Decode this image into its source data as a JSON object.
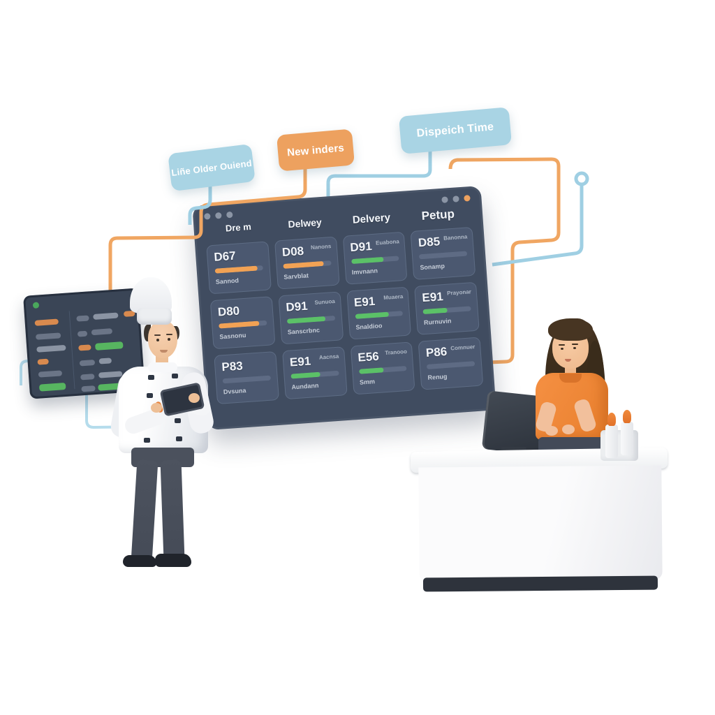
{
  "callouts": [
    {
      "label": "Liñe Older Ouiend",
      "color": "#a9d4e4"
    },
    {
      "label": "New inders",
      "color": "#eda15f"
    },
    {
      "label": "Dispeich Time",
      "color": "#a9d4e4"
    }
  ],
  "board": {
    "columns": [
      "Dre m",
      "Delwey",
      "Delvery",
      "Petup"
    ],
    "cards": [
      {
        "code": "D67",
        "tag": "",
        "status": "Sannod",
        "bar": {
          "color": "orange",
          "pct": 88
        }
      },
      {
        "code": "D08",
        "tag": "Nanons",
        "status": "Sarvblat",
        "bar": {
          "color": "orange",
          "pct": 85
        }
      },
      {
        "code": "D91",
        "tag": "Euabona",
        "status": "Imvnann",
        "bar": {
          "color": "green",
          "pct": 68
        }
      },
      {
        "code": "D85",
        "tag": "Banonna",
        "status": "Sonamp",
        "bar": {
          "color": "none",
          "pct": 0
        }
      },
      {
        "code": "D80",
        "tag": "",
        "status": "Sasnonu",
        "bar": {
          "color": "orange",
          "pct": 85
        }
      },
      {
        "code": "D91",
        "tag": "Sunuoa",
        "status": "Sanscrbnc",
        "bar": {
          "color": "green",
          "pct": 80
        }
      },
      {
        "code": "E91",
        "tag": "Muaera",
        "status": "Snaldioo",
        "bar": {
          "color": "green",
          "pct": 70
        }
      },
      {
        "code": "E91",
        "tag": "Prayonar",
        "status": "Rurnuvin",
        "bar": {
          "color": "green",
          "pct": 50
        }
      },
      {
        "code": "P83",
        "tag": "",
        "status": "Dvsuna",
        "bar": {
          "color": "none",
          "pct": 0
        }
      },
      {
        "code": "E91",
        "tag": "Aacnsa",
        "status": "Aundann",
        "bar": {
          "color": "green",
          "pct": 62
        }
      },
      {
        "code": "E56",
        "tag": "Tranooo",
        "status": "Smm",
        "bar": {
          "color": "green",
          "pct": 52
        }
      },
      {
        "code": "P86",
        "tag": "Comnuer",
        "status": "Renug",
        "bar": {
          "color": "none",
          "pct": 0
        }
      }
    ]
  },
  "colors": {
    "board_bg": "#404c60",
    "card_bg": "#4b5870",
    "accent_orange": "#f2a254",
    "status_green": "#5bc167",
    "line_blue": "#9fcfe3",
    "line_orange": "#f0a662",
    "progress_track": "#5e6b84",
    "callout_blue": "#a9d4e4",
    "callout_orange": "#eda15f"
  }
}
